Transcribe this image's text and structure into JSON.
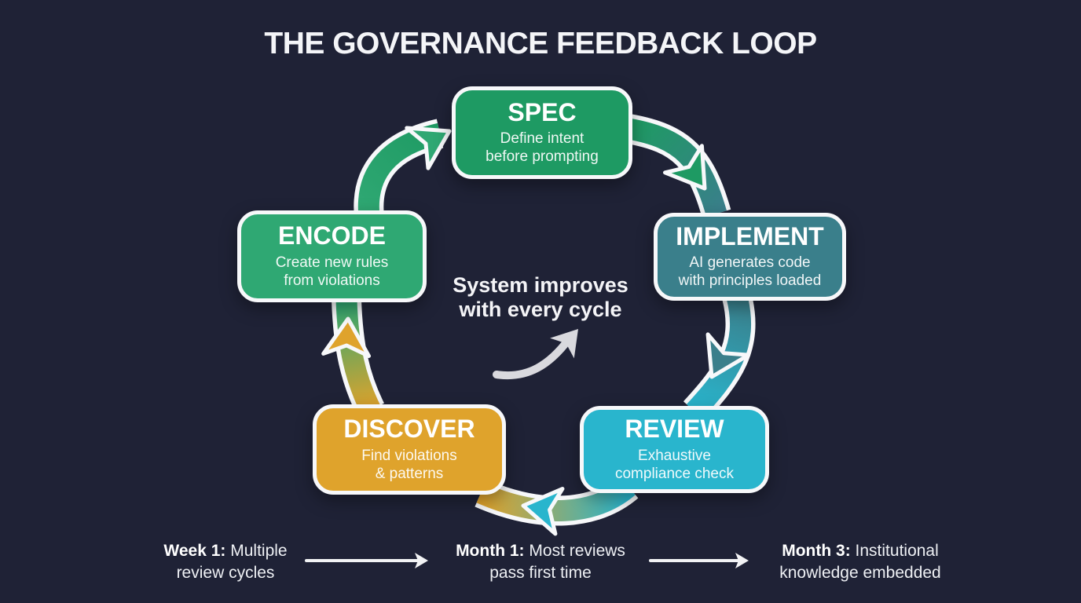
{
  "title": "THE GOVERNANCE FEEDBACK LOOP",
  "center_note": "System improves\nwith every cycle",
  "nodes": [
    {
      "id": "spec",
      "title": "SPEC",
      "subtitle": "Define intent\nbefore prompting",
      "color": "#1e9a63"
    },
    {
      "id": "implement",
      "title": "IMPLEMENT",
      "subtitle": "AI generates code\nwith principles loaded",
      "color": "#3a7f8b"
    },
    {
      "id": "review",
      "title": "REVIEW",
      "subtitle": "Exhaustive\ncompliance check",
      "color": "#29b5cd"
    },
    {
      "id": "discover",
      "title": "DISCOVER",
      "subtitle": "Find violations\n& patterns",
      "color": "#dfa32c"
    },
    {
      "id": "encode",
      "title": "ENCODE",
      "subtitle": "Create new rules\nfrom violations",
      "color": "#2fa873"
    }
  ],
  "timeline": [
    {
      "label": "Week 1:",
      "text": "Multiple\nreview cycles"
    },
    {
      "label": "Month 1:",
      "text": "Most reviews\npass first time"
    },
    {
      "label": "Month 3:",
      "text": "Institutional\nknowledge embedded"
    }
  ],
  "colors": {
    "background": "#1f2236",
    "center_arrow": "#d9d9de",
    "timeline_arrow": "#f2f3f5",
    "text": "#ffffff"
  }
}
